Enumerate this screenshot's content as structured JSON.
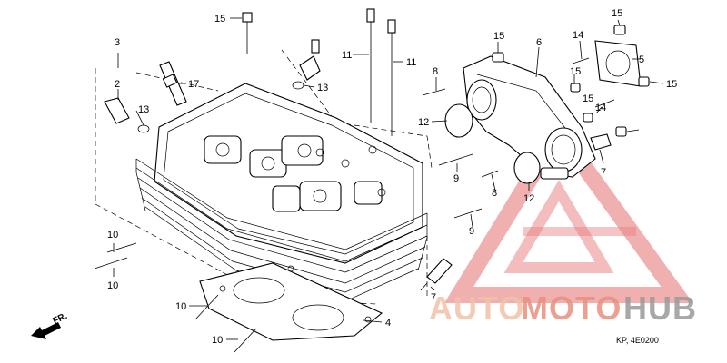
{
  "callouts": {
    "c2": "2",
    "c3": "3",
    "c4": "4",
    "c5": "5",
    "c6": "6",
    "c7a": "7",
    "c7b": "7",
    "c8a": "8",
    "c8b": "8",
    "c9a": "9",
    "c9b": "9",
    "c10a": "10",
    "c10b": "10",
    "c10c": "10",
    "c10d": "10",
    "c11a": "11",
    "c11b": "11",
    "c12a": "12",
    "c12b": "12",
    "c13a": "13",
    "c13b": "13",
    "c14a": "14",
    "c14b": "14",
    "c15a": "15",
    "c15b": "15",
    "c15c": "15",
    "c15d": "15",
    "c15e": "15",
    "c15f": "15",
    "c17": "17"
  },
  "front_arrow_label": "FR.",
  "diagram_code": "KP, 4E0200",
  "watermark": {
    "part1": "AUTO",
    "part2": "MOTO",
    "part3": "HUB",
    "color_primary": "#f2c4c4",
    "color_accent": "#e05050",
    "color_hub": "#9a9a9a"
  }
}
